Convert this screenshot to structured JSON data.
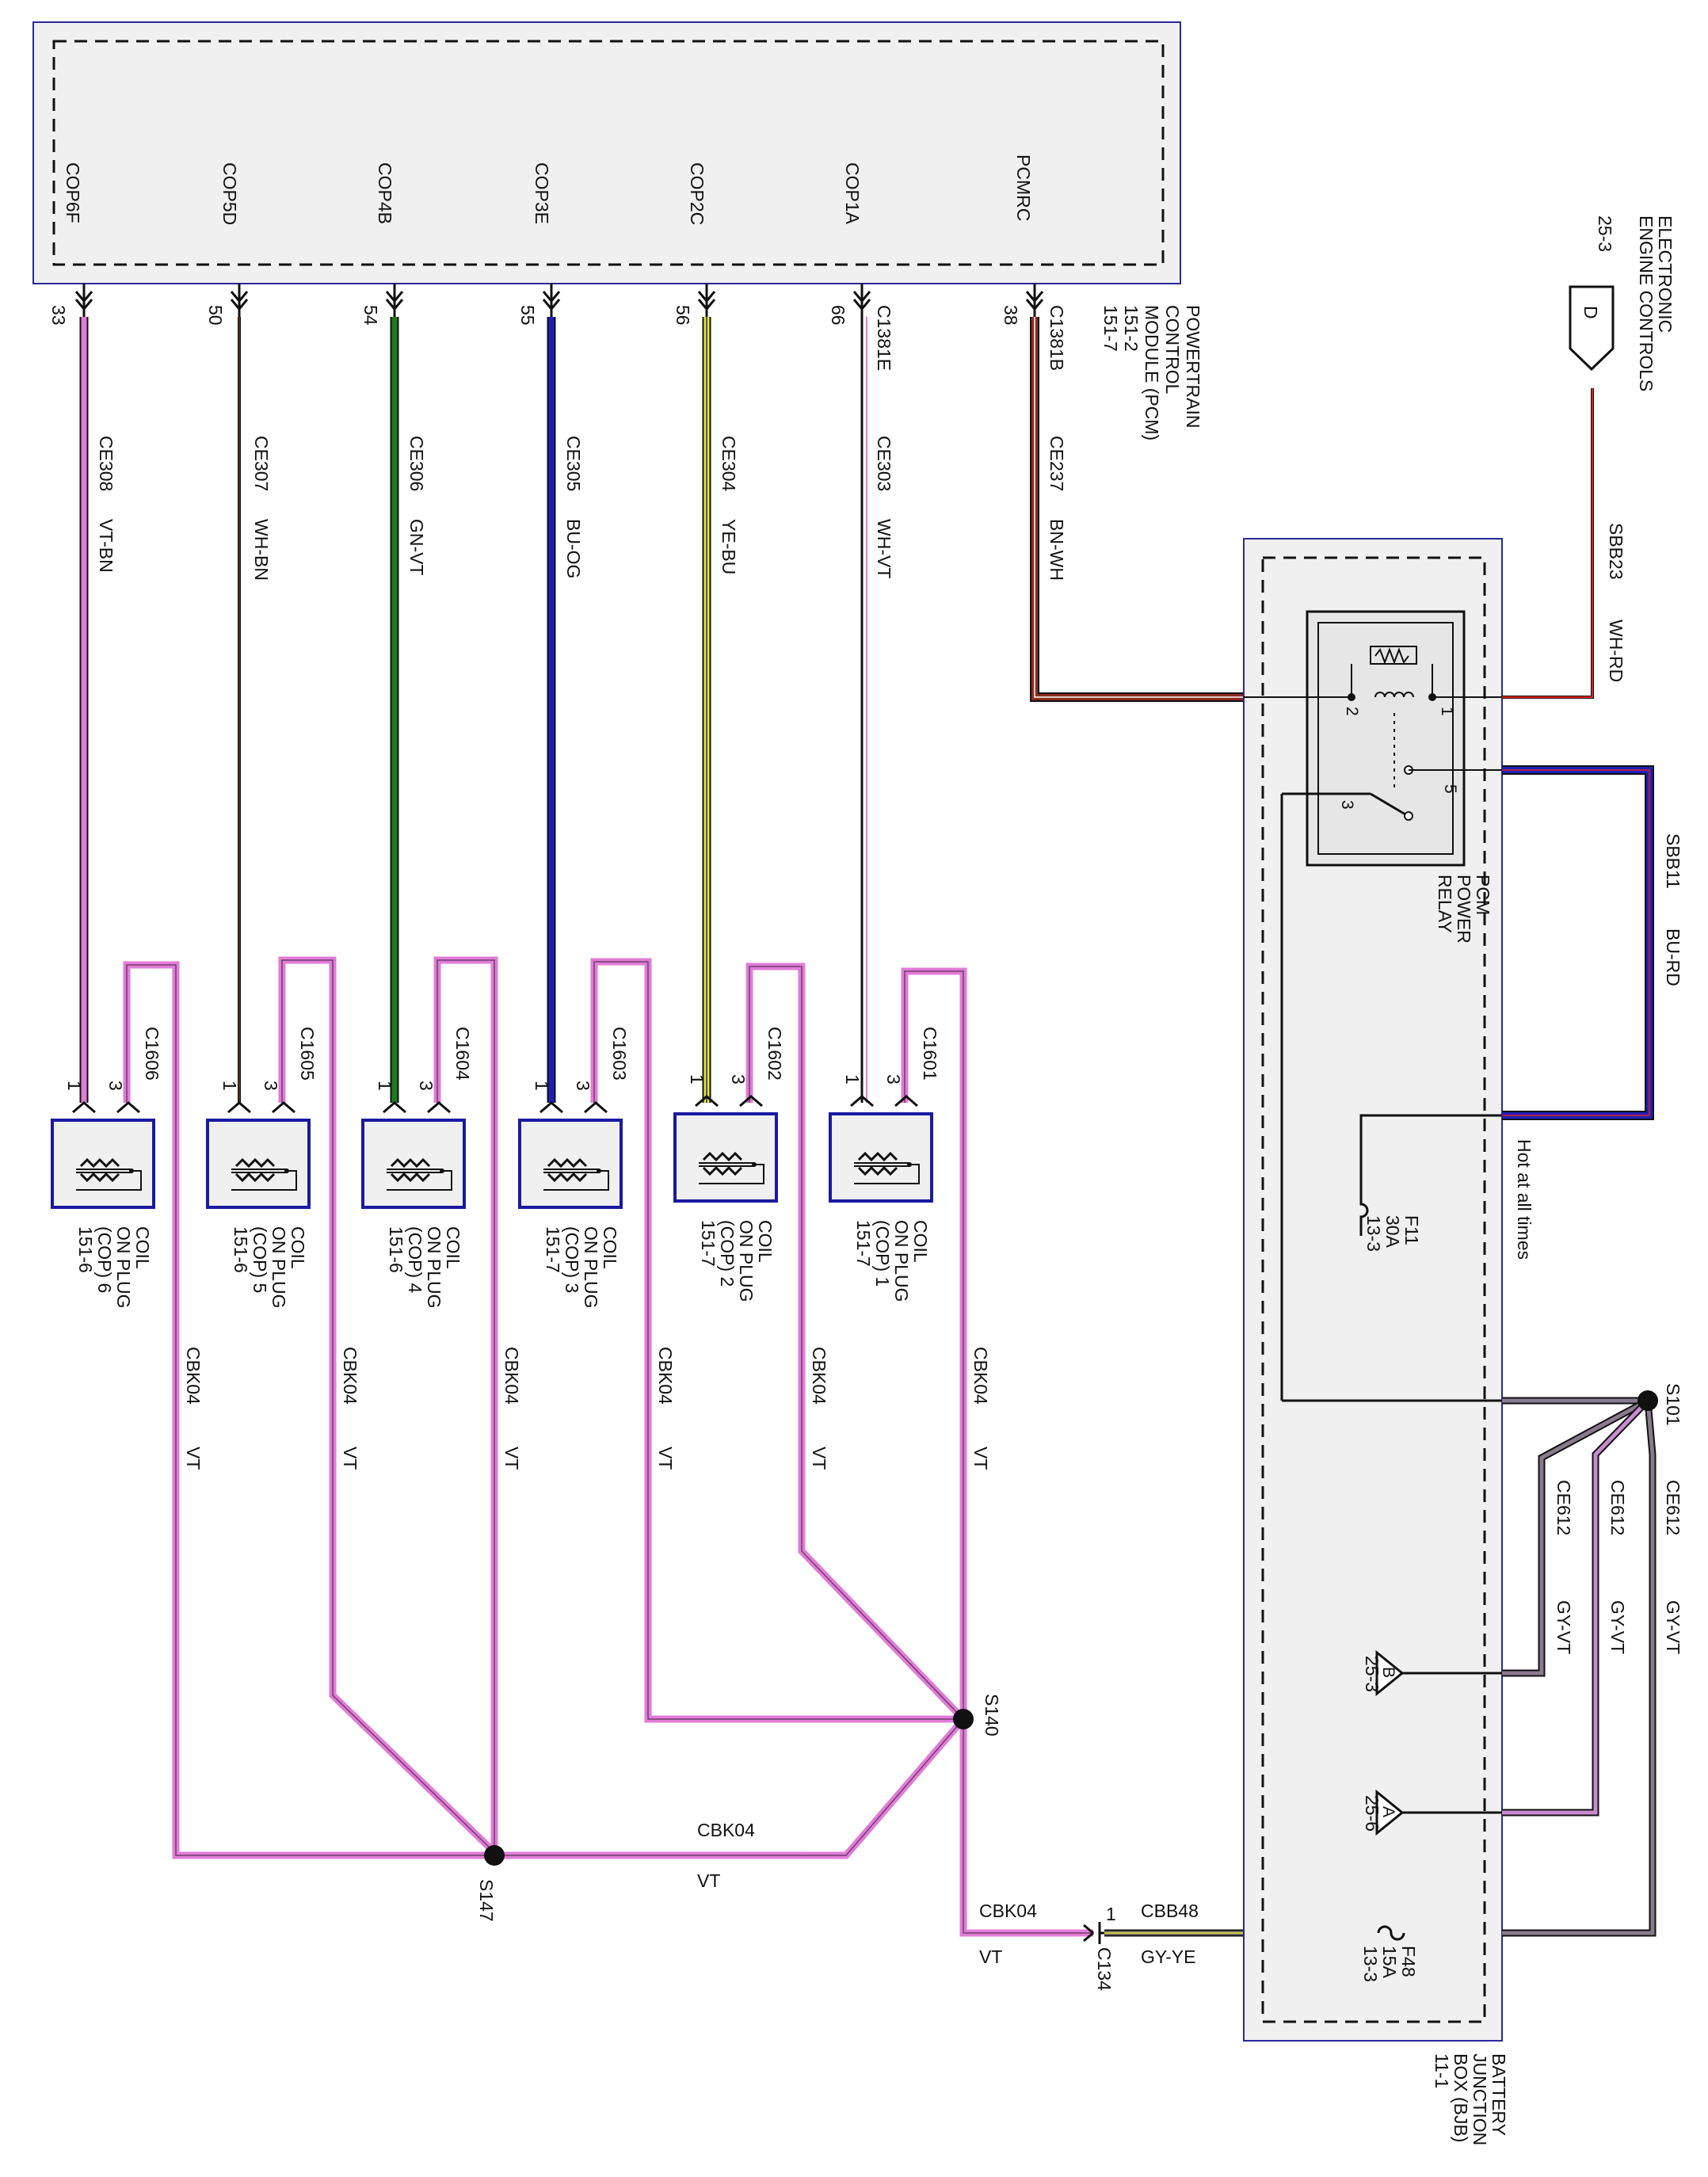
{
  "pcm": {
    "pins": [
      "COP6F",
      "COP5D",
      "COP4B",
      "COP3E",
      "COP2C",
      "COP1A",
      "PCMRC"
    ],
    "pin_numbers": [
      "33",
      "50",
      "54",
      "55",
      "56",
      "66",
      "38"
    ],
    "connector_cop": "C1381E",
    "connector_pcmrc": "C1381B",
    "title_lines": [
      "POWERTRAIN",
      "CONTROL",
      "MODULE (PCM)",
      "151-2",
      "151-7"
    ]
  },
  "wires": [
    {
      "circuit": "CE308",
      "color_code": "VT-BN",
      "stroke": "#e27bd8",
      "stripe": "#6b3d1e"
    },
    {
      "circuit": "CE307",
      "color_code": "WH-BN",
      "stroke": "#ffffff",
      "stripe": "#6b3d1e"
    },
    {
      "circuit": "CE306",
      "color_code": "GN-VT",
      "stroke": "#1e7a1e",
      "stripe": "#e27bd8"
    },
    {
      "circuit": "CE305",
      "color_code": "BU-OG",
      "stroke": "#1f1fb8",
      "stripe": "#e8861e"
    },
    {
      "circuit": "CE304",
      "color_code": "YE-BU",
      "stroke": "#e6e620",
      "stripe": "#1f1fb8"
    },
    {
      "circuit": "CE303",
      "color_code": "WH-VT",
      "stroke": "#ffffff",
      "stripe": "#e27bd8"
    },
    {
      "circuit": "CE237",
      "color_code": "BN-WH",
      "stroke": "#8b2a1e",
      "stripe": "#ffffff"
    }
  ],
  "coils": [
    {
      "connector": "C1606",
      "title": [
        "COIL",
        "ON PLUG",
        "(COP) 6",
        "151-6"
      ],
      "pin1": "1",
      "pin3": "3"
    },
    {
      "connector": "C1605",
      "title": [
        "COIL",
        "ON PLUG",
        "(COP) 5",
        "151-6"
      ],
      "pin1": "1",
      "pin3": "3"
    },
    {
      "connector": "C1604",
      "title": [
        "COIL",
        "ON PLUG",
        "(COP) 4",
        "151-6"
      ],
      "pin1": "1",
      "pin3": "3"
    },
    {
      "connector": "C1603",
      "title": [
        "COIL",
        "ON PLUG",
        "(COP) 3",
        "151-7"
      ],
      "pin1": "1",
      "pin3": "3"
    },
    {
      "connector": "C1602",
      "title": [
        "COIL",
        "ON PLUG",
        "(COP) 2",
        "151-7"
      ],
      "pin1": "1",
      "pin3": "3"
    },
    {
      "connector": "C1601",
      "title": [
        "COIL",
        "ON PLUG",
        "(COP) 1",
        "151-7"
      ],
      "pin1": "1",
      "pin3": "3"
    }
  ],
  "ground_wire": {
    "circuit": "CBK04",
    "color_code": "VT"
  },
  "splices": {
    "s147": "S147",
    "s140": "S140",
    "s101": "S101"
  },
  "c134": {
    "name": "C134",
    "pin": "1"
  },
  "cbb48": {
    "circuit": "CBB48",
    "color_code": "GY-YE"
  },
  "bjb": {
    "title_lines": [
      "BATTERY",
      "JUNCTION",
      "BOX (BJB)",
      "11-1"
    ],
    "relay_lines": [
      "PCM",
      "POWER",
      "RELAY"
    ],
    "relay_pins": [
      "1",
      "2",
      "3",
      "5"
    ],
    "hot_label": "Hot at all times",
    "f11": [
      "F11",
      "30A",
      "13-3"
    ],
    "f48": [
      "F48",
      "15A",
      "13-3"
    ]
  },
  "sbb11": {
    "circuit": "SBB11",
    "color_code": "BU-RD"
  },
  "sbb23": {
    "circuit": "SBB23",
    "color_code": "WH-RD"
  },
  "ce612": {
    "circuit": "CE612",
    "color_code": "GY-VT"
  },
  "eec": {
    "title_lines": [
      "ELECTRONIC",
      "ENGINE CONTROLS"
    ],
    "ref": "25-3",
    "letter": "D"
  },
  "offpage": [
    {
      "letter": "B",
      "ref": "25-3"
    },
    {
      "letter": "A",
      "ref": "25-6"
    }
  ]
}
